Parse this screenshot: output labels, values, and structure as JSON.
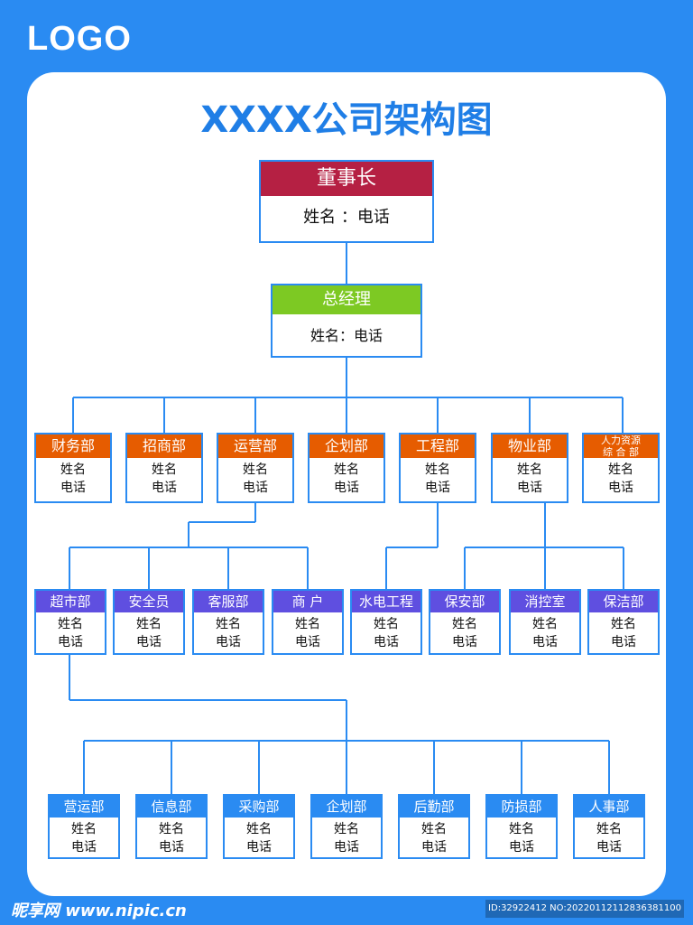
{
  "logo": "LOGO",
  "title": "XXXX公司架构图",
  "chairman": {
    "title": "董事长",
    "info": "姓名 ：电话"
  },
  "gm": {
    "title": "总经理",
    "info": "姓名：电话"
  },
  "name_label": "姓名",
  "phone_label": "电话",
  "departments": [
    "财务部",
    "招商部",
    "运营部",
    "企划部",
    "工程部",
    "物业部"
  ],
  "hr_dept": {
    "line1": "人力资源",
    "line2": "综 合 部"
  },
  "ops_subs": [
    "超市部",
    "安全员",
    "客服部",
    "商 户"
  ],
  "eng_subs": [
    "水电工程"
  ],
  "prop_subs": [
    "保安部",
    "消控室",
    "保洁部"
  ],
  "market_subs": [
    "营运部",
    "信息部",
    "采购部",
    "企划部",
    "后勤部",
    "防损部",
    "人事部"
  ],
  "colors": {
    "background": "#2a8bf2",
    "chairman": "#b52043",
    "gm": "#7dc923",
    "dept": "#e65c00",
    "sub": "#5f4fe0",
    "market": "#2a8bf2"
  },
  "footer": {
    "left": "昵享网 www.nipic.cn",
    "right": "ID:32922412 NO:20220112112836381100"
  }
}
